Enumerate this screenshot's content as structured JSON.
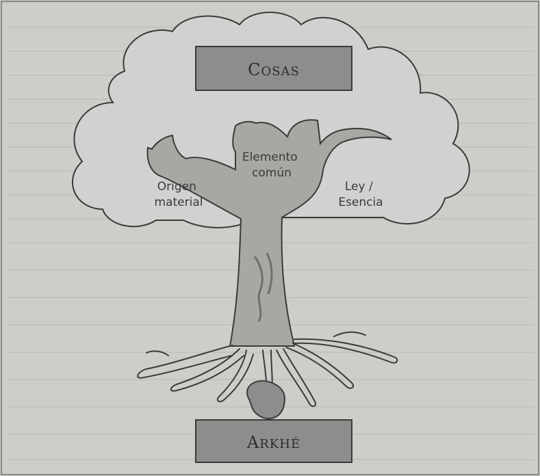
{
  "diagram": {
    "top_box": {
      "first": "C",
      "rest": "OSAS"
    },
    "bottom_box": {
      "first": "A",
      "rest": "RKHÉ"
    },
    "branches": {
      "left": [
        "Origen",
        "material"
      ],
      "center": [
        "Elemento",
        "común"
      ],
      "right": [
        "Ley /",
        "Esencia"
      ]
    }
  },
  "colors": {
    "canopy": "#d3d1cf",
    "box": "#8f8d8b",
    "trunk": "#a9a7a4",
    "outline": "#3a3a3a",
    "background": "#cfcdca"
  }
}
